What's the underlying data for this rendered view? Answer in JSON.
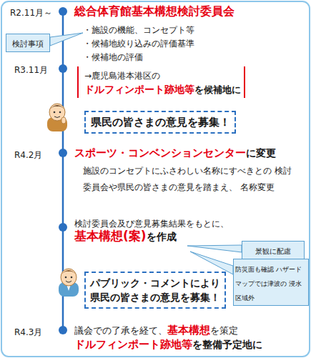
{
  "diagram": {
    "nodes": [
      {
        "text": [
          "検討事項"
        ]
      },
      {
        "text": [
          "→鹿児島港本港区の",
          "ドルフィンポート跡地等",
          "を候補地に"
        ]
      },
      {
        "text": [
          "県民の皆さまの意見を募集！"
        ]
      },
      {
        "text": [
          "景観に配慮"
        ]
      },
      {
        "text": [
          "防災面も確認 ハザードマップでは津波の 浸水区域外"
        ]
      },
      {
        "text": [
          "パブリック・コメントにより 県民の皆さまの意見を募集！"
        ]
      }
    ],
    "labels": [
      "R2.11月～",
      "総合体育館基本構想検討委員会",
      "・施設の機能、コンセプト等",
      "・候補地絞り込みの評価基準",
      "・候補地の評価",
      "R3.11月",
      "R4.2月",
      "スポーツ・コンベンションセンター",
      "に変更",
      "施設のコンセプトにふさわしい名称にすべきとの 検討委員会や県民の皆さまの意見を踏まえ、 名称変更",
      "検討委員会及び意見募集結果をもとに、",
      "基本構想(案)",
      "を作成",
      "R4.3月",
      "議会での了承を経て、",
      "基本構想",
      "を策定",
      "ドルフィンポート跡地等",
      "を整備予定地に"
    ]
  }
}
